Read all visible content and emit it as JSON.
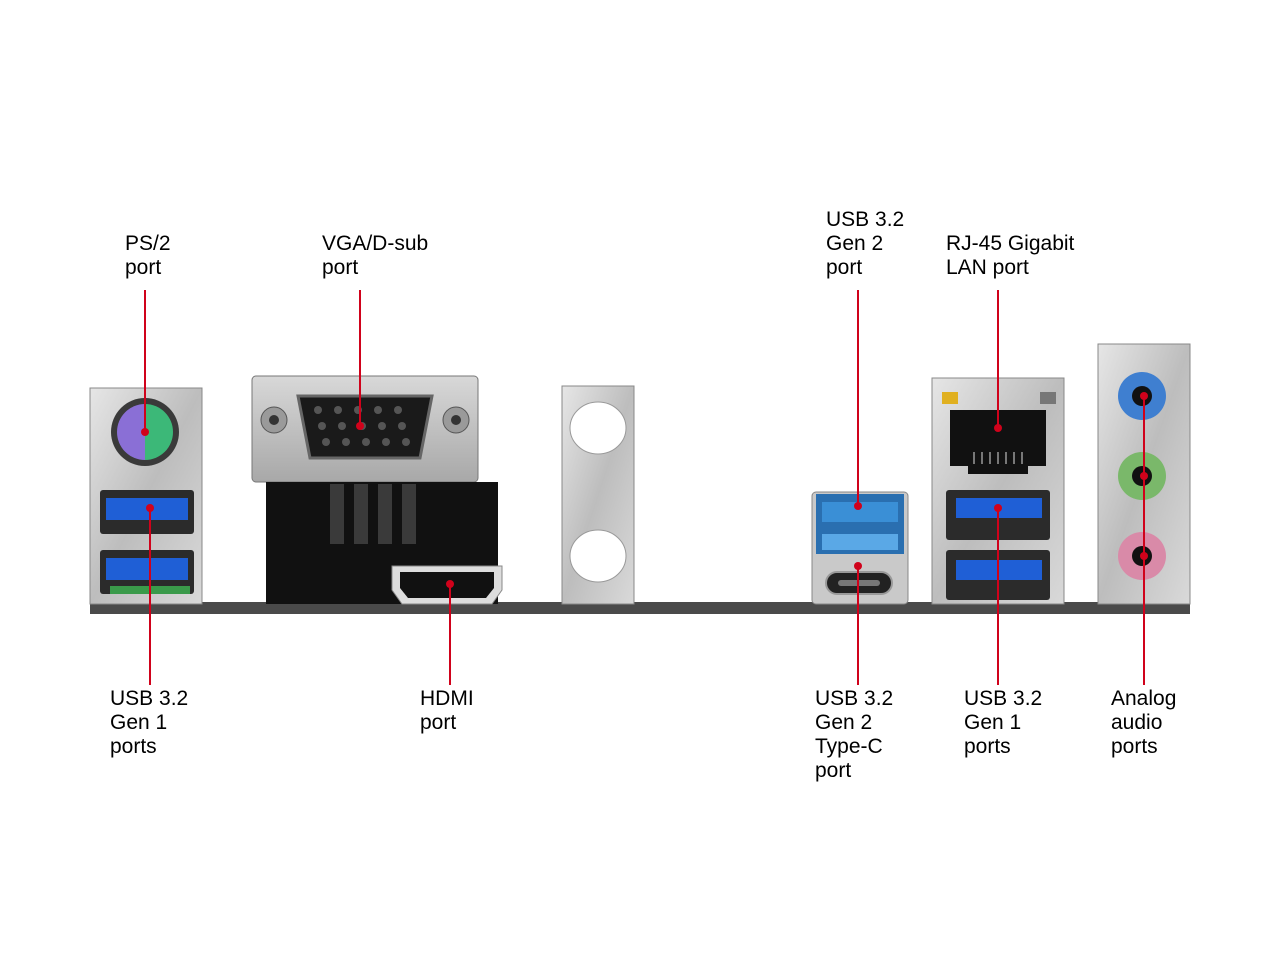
{
  "labels": {
    "ps2": "PS/2\nport",
    "vga": "VGA/D-sub\nport",
    "usb_gen2": "USB 3.2\nGen 2\nport",
    "rj45": "RJ-45 Gigabit\nLAN port",
    "usb_gen1_left": "USB 3.2\nGen 1\nports",
    "hdmi": "HDMI\nport",
    "usb_typec": "USB 3.2\nGen 2\nType-C\nport",
    "usb_gen1_right": "USB 3.2\nGen 1\nports",
    "audio": "Analog\naudio\nports"
  },
  "colors": {
    "leader_line": "#d0021b",
    "usb3_blue": "#1f5fd6",
    "usb_gen2_blue": "#3a8fd6",
    "ps2_mouse": "#3cb878",
    "ps2_keyboard": "#8a6fd6",
    "audio_line_in": "#3f7fd0",
    "audio_line_out": "#7ab86a",
    "audio_mic": "#d98aa8",
    "chassis_metal": "#c8c8c8",
    "board_edge": "#4a4a4a"
  }
}
